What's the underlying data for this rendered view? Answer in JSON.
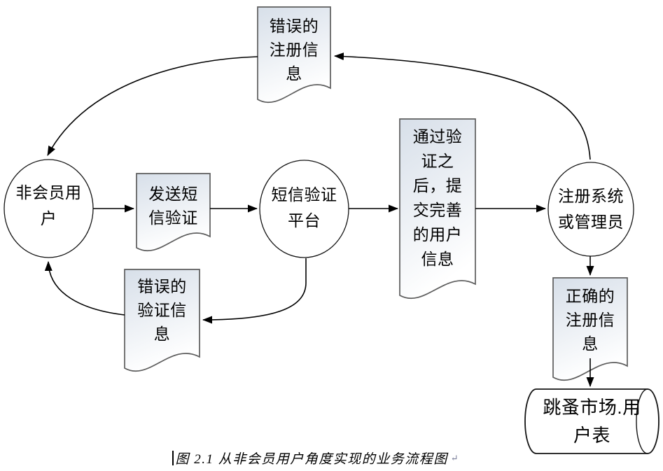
{
  "colors": {
    "doc_gradient_top": "#d7dfe9",
    "doc_gradient_bottom": "#ffffff",
    "doc_border": "#5d5d5d",
    "shape_border": "#141414",
    "arrow": "#000000"
  },
  "nodes": {
    "doc_wrong_reg_info": {
      "shape": "document",
      "label": "错误的\n注册信\n息"
    },
    "ellipse_nonmember_user": {
      "shape": "ellipse",
      "label": "非会员用\n户"
    },
    "doc_send_sms": {
      "shape": "document",
      "label": "发送短\n信验证"
    },
    "ellipse_sms_platform": {
      "shape": "ellipse",
      "label": "短信验证\n平台"
    },
    "doc_submit_complete_info": {
      "shape": "document",
      "label": "通过验\n证之\n后，提\n交完善\n的用户\n信息"
    },
    "ellipse_register_admin": {
      "shape": "ellipse",
      "label": "注册系统\n或管理员"
    },
    "doc_correct_reg_info": {
      "shape": "document",
      "label": "正确的\n注册信\n息"
    },
    "doc_wrong_verify_info": {
      "shape": "document",
      "label": "错误的\n验证信\n息"
    },
    "cylinder_user_table": {
      "shape": "cylinder",
      "label": "跳蚤市场.用\n户表"
    }
  },
  "edges": [
    {
      "from": "注册系统或管理员",
      "to": "错误的注册信息"
    },
    {
      "from": "错误的注册信息",
      "to": "非会员用户"
    },
    {
      "from": "非会员用户",
      "to": "发送短信验证"
    },
    {
      "from": "发送短信验证",
      "to": "短信验证平台"
    },
    {
      "from": "短信验证平台",
      "to": "通过验证之后，提交完善的用户信息"
    },
    {
      "from": "通过验证之后，提交完善的用户信息",
      "to": "注册系统或管理员"
    },
    {
      "from": "注册系统或管理员",
      "to": "正确的注册信息"
    },
    {
      "from": "正确的注册信息",
      "to": "跳蚤市场.用户表"
    },
    {
      "from": "短信验证平台",
      "to": "错误的验证信息"
    },
    {
      "from": "错误的验证信息",
      "to": "非会员用户"
    }
  ],
  "caption": {
    "text": "图 2.1  从非会员用户角度实现的业务流程图",
    "return_mark": "↵"
  }
}
